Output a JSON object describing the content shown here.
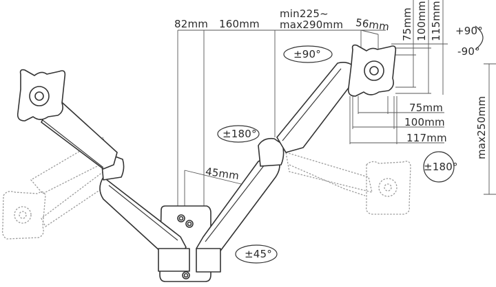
{
  "diagram": {
    "subject": "dual monitor arm, wall mount",
    "stroke_color": "#333333",
    "ghost_color": "#9a9a9a",
    "dimensions": {
      "d82": "82mm",
      "d160": "160mm",
      "reach_line1": "min225~",
      "reach_line2": "max290mm",
      "d56": "56mm",
      "v75": "75mm",
      "v100": "100mm",
      "v115": "115mm",
      "h75": "75mm",
      "h100": "100mm",
      "h117": "117mm",
      "height": "max250mm",
      "d45": "45mm"
    },
    "rotations": {
      "tilt_up": "+90°",
      "tilt_down": "-90°",
      "swivel_head": "±90°",
      "arm_rotate_left": "±180°",
      "arm_rotate_right": "±180°",
      "base_swivel": "±45°"
    }
  }
}
